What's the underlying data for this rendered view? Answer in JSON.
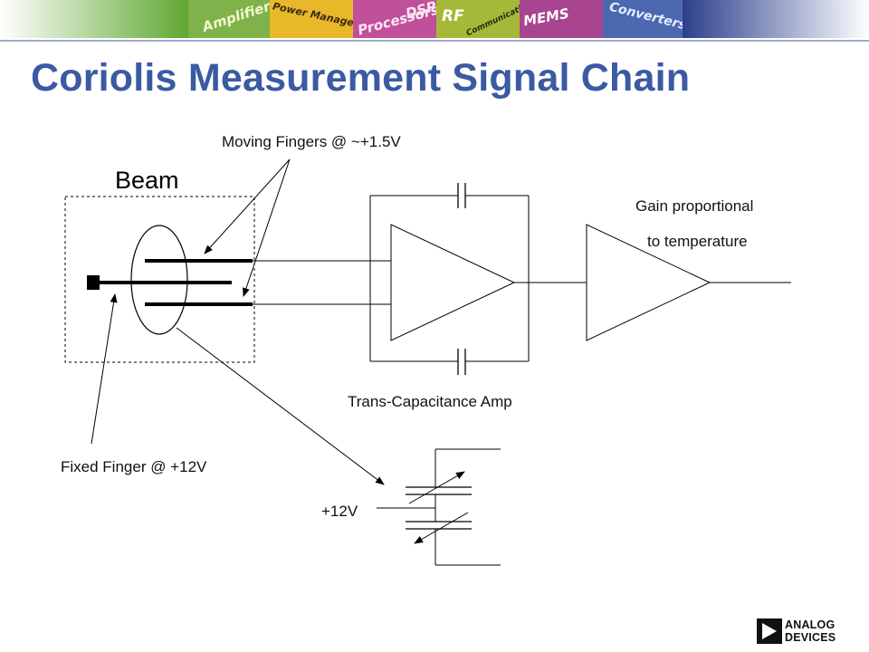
{
  "banner": {
    "tiles": [
      "Amplifiers",
      "Power Management",
      "Processors",
      "DSP",
      "RF",
      "Communications",
      "MEMS",
      "Converters"
    ],
    "colors": [
      "#7fb24a",
      "#e8b82a",
      "#c0509a",
      "#d14a3a",
      "#a5b838",
      "#a84490",
      "#4b68b0",
      "#3b4f9a"
    ]
  },
  "title": "Coriolis Measurement Signal Chain",
  "labels": {
    "moving_fingers": "Moving Fingers @ ~+1.5V",
    "beam": "Beam",
    "gain_line1": "Gain proportional",
    "gain_line2": "to temperature",
    "trans_cap_amp": "Trans-Capacitance Amp",
    "fixed_finger": "Fixed Finger @ +12V",
    "plus12v": "+12V"
  },
  "logo": {
    "line1": "ANALOG",
    "line2": "DEVICES"
  },
  "colors": {
    "title": "#3b5aa3",
    "lines": "#000000"
  }
}
